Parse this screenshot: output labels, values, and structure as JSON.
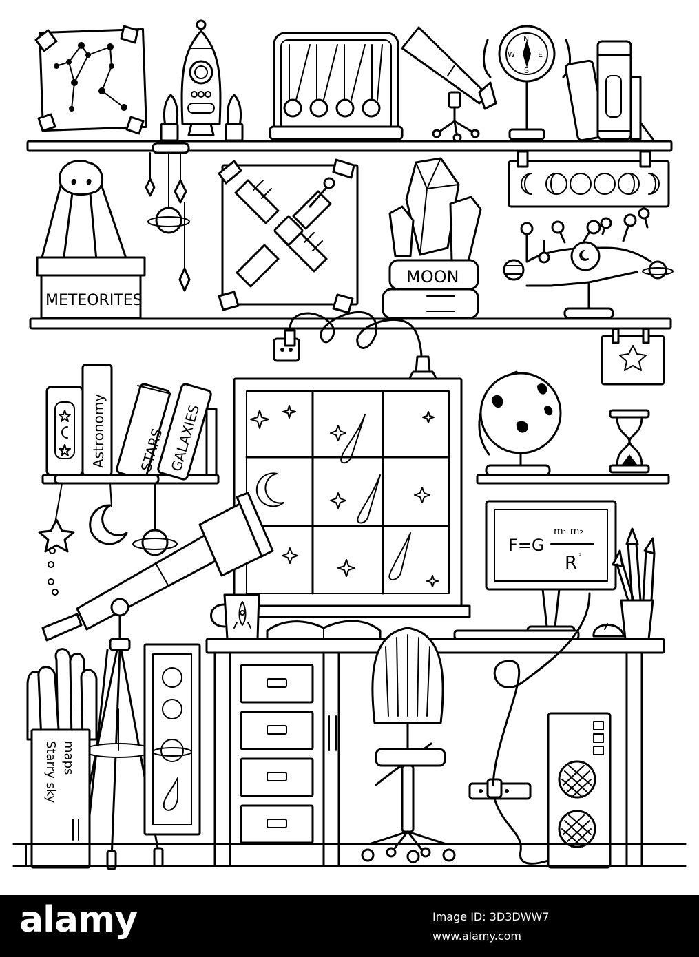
{
  "labels": {
    "meteorites_box": "METEORITES",
    "moon_book": "MOON",
    "astronomy_book": "Astronomy",
    "stars_book": "STARS",
    "galaxies_book": "GALAXIES",
    "maps_bin_line1": "maps",
    "maps_bin_line2": "Starry sky",
    "formula_F": "F=G",
    "formula_numerator": "m₁ m₂",
    "formula_denominator": "R",
    "formula_exp": "²",
    "compass_N": "N",
    "compass_S": "S",
    "compass_E": "E",
    "compass_W": "W"
  },
  "watermark": {
    "logo": "alamy",
    "image_id": "Image ID: 3D3DWW7",
    "url": "www.alamy.com"
  },
  "icons": [
    "constellation-frame",
    "rocket-toy",
    "newtons-cradle",
    "telescope-small",
    "compass-stand",
    "book-stack",
    "meteorite-model",
    "space-station-poster",
    "crystal",
    "moon-phases-banner",
    "orrery",
    "power-outlet",
    "light-bulb",
    "star-note",
    "globe",
    "hourglass",
    "window",
    "bookshelf",
    "telescope-large",
    "mug",
    "open-book",
    "monitor",
    "pencil-cup",
    "mouse",
    "desk",
    "drawers",
    "office-chair",
    "pc-tower",
    "power-strip",
    "tripod",
    "poster-planets",
    "maps-bin"
  ]
}
